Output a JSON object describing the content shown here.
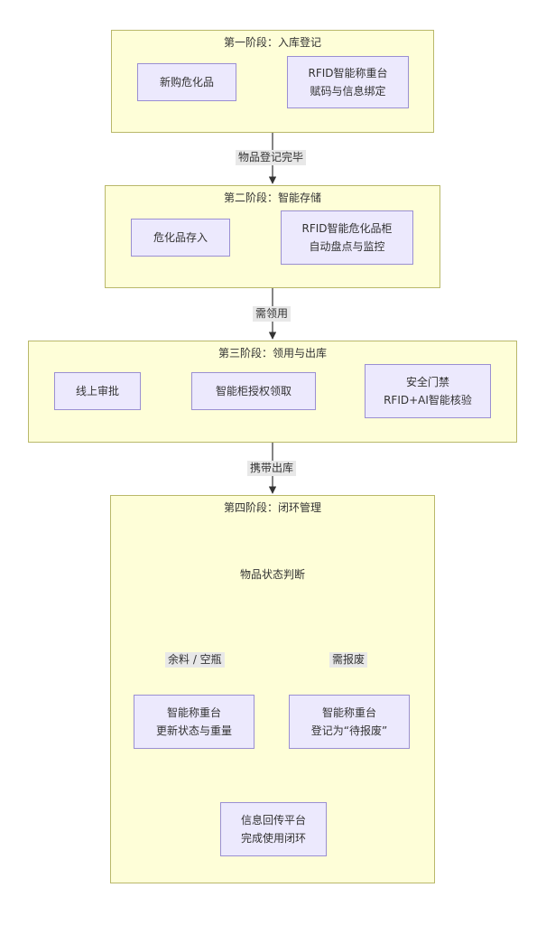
{
  "stages": {
    "s1": "第一阶段：入库登记",
    "s2": "第二阶段：智能存储",
    "s3": "第三阶段：领用与出库",
    "s4": "第四阶段：闭环管理"
  },
  "nodes": {
    "new_purchase": "新购危化品",
    "rfid_scale_1_line1": "RFID智能称重台",
    "rfid_scale_1_line2": "赋码与信息绑定",
    "store": "危化品存入",
    "cabinet_line1": "RFID智能危化品柜",
    "cabinet_line2": "自动盘点与监控",
    "approval": "线上审批",
    "auth_take": "智能柜授权领取",
    "gate_line1": "安全门禁",
    "gate_line2": "RFID+AI智能核验",
    "status_check": "物品状态判断",
    "scale_update_line1": "智能称重台",
    "scale_update_line2": "更新状态与重量",
    "scale_scrap_line1": "智能称重台",
    "scale_scrap_line2": "登记为“待报废”",
    "feedback_line1": "信息回传平台",
    "feedback_line2": "完成使用闭环"
  },
  "edge_labels": {
    "registered": "物品登记完毕",
    "need_use": "需领用",
    "carry_out": "携带出库",
    "leftover": "余料 / 空瓶",
    "scrap": "需报废"
  },
  "colors": {
    "stage_fill": "#fefed8",
    "stage_border": "#b9b86a",
    "node_fill": "#ece9fd",
    "node_border": "#9a8fd2",
    "edge": "#333333",
    "label_bg": "#e8e8e8"
  }
}
